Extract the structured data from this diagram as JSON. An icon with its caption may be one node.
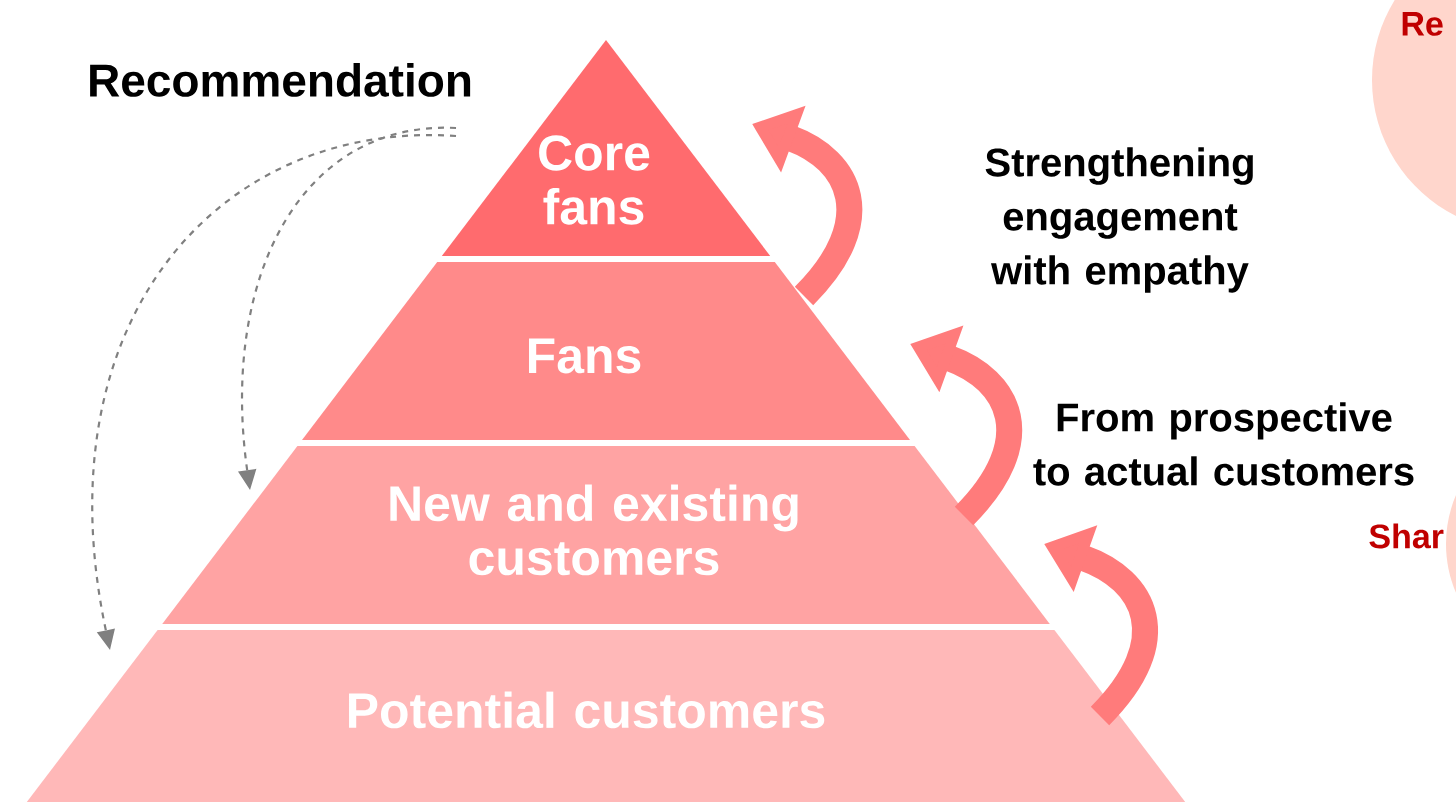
{
  "diagram": {
    "nodes": [
      {
        "text": [
          "Core fans"
        ]
      },
      {
        "text": [
          "Fans"
        ]
      },
      {
        "text": [
          "New and existing customers"
        ]
      },
      {
        "text": [
          "Potential customers"
        ]
      },
      {
        "text": [
          "Recommendation"
        ]
      },
      {
        "text": [
          "Re"
        ]
      },
      {
        "text": [
          "Shar"
        ]
      }
    ],
    "edges": [
      {
        "from": 4,
        "to": 2,
        "arrow": "to",
        "style": "dashed",
        "color": "#808080"
      },
      {
        "from": 4,
        "to": 3,
        "arrow": "to",
        "style": "dashed",
        "color": "#808080"
      },
      {
        "from": 1,
        "to": 0,
        "arrow": "to"
      },
      {
        "from": 2,
        "to": 1,
        "arrow": "to"
      },
      {
        "from": 3,
        "to": 2,
        "arrow": "to"
      }
    ],
    "labels": [
      "Strengthening engagement with empathy",
      "From prospective to actual customers"
    ]
  }
}
